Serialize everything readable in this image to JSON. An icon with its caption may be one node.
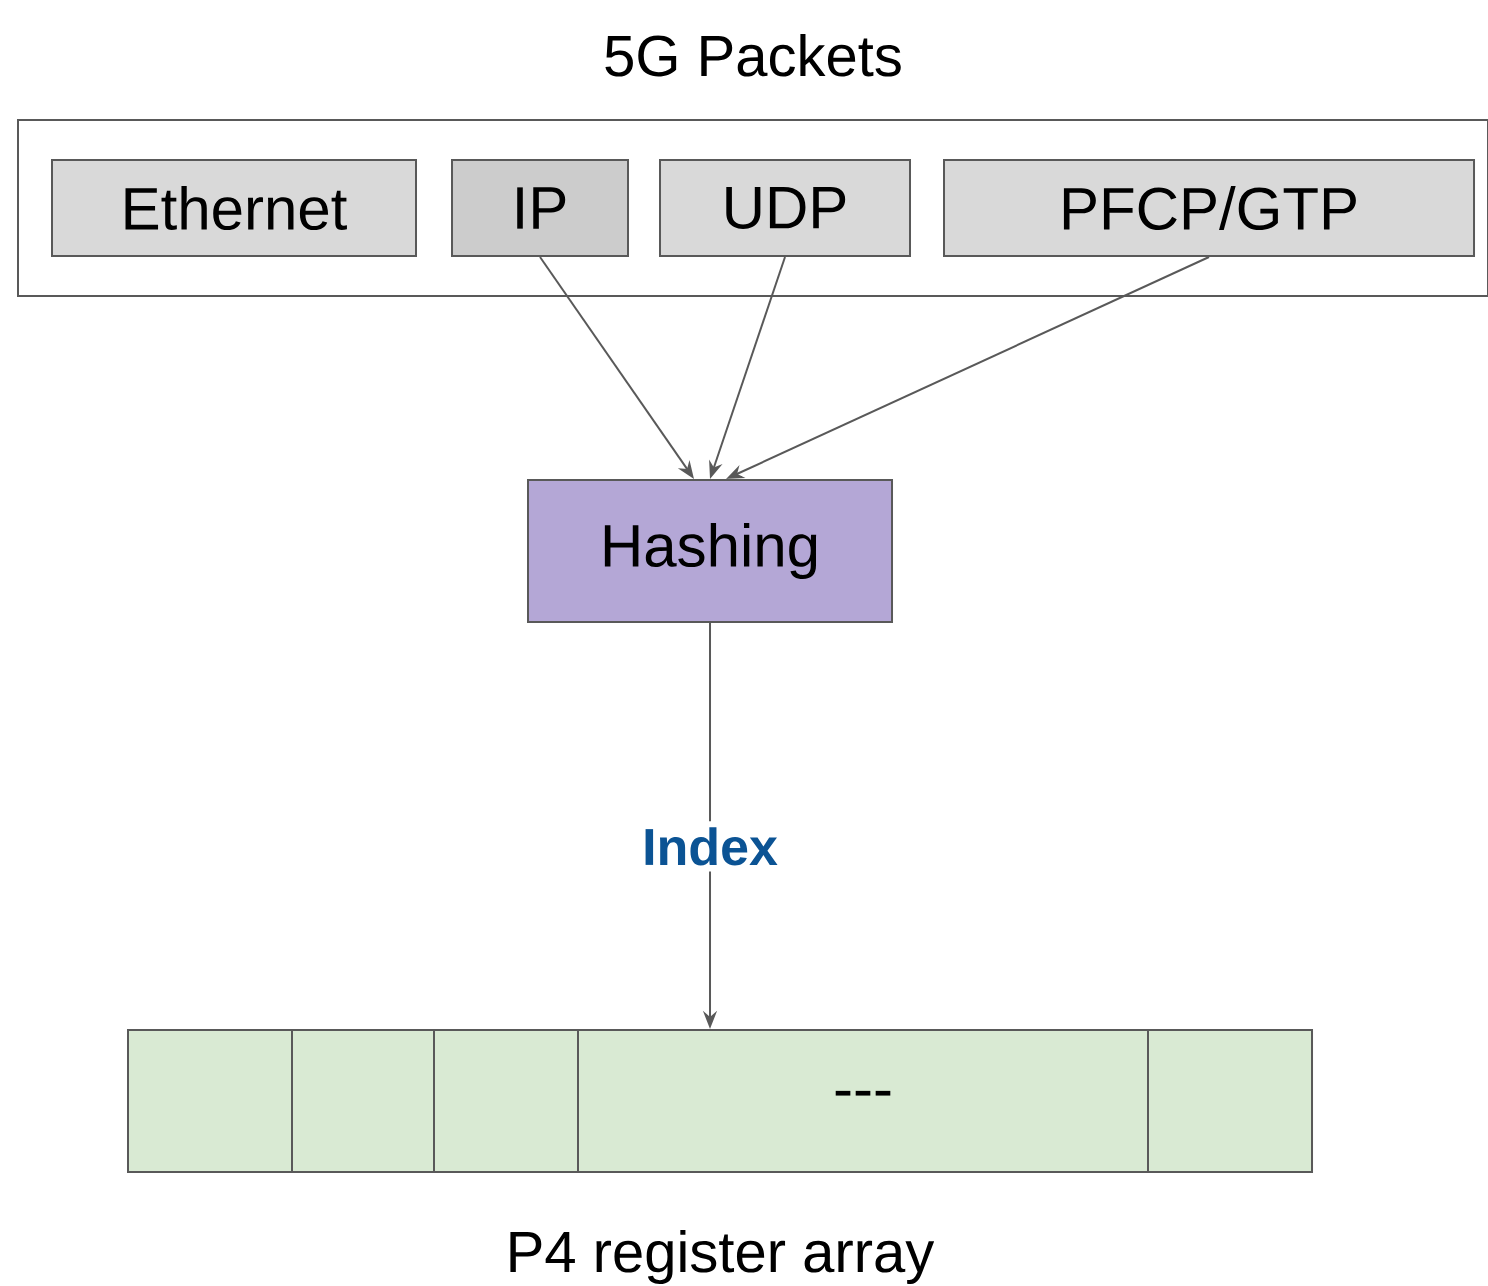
{
  "diagram": {
    "nodes": [
      {
        "text": [
          "5G Packets"
        ]
      },
      {
        "text": [
          "Ethernet"
        ],
        "in": 0
      },
      {
        "text": [
          "IP"
        ],
        "in": 0
      },
      {
        "text": [
          "UDP"
        ],
        "in": 0
      },
      {
        "text": [
          "PFCP/GTP"
        ],
        "in": 0
      },
      {
        "text": [
          "Hashing"
        ]
      },
      {
        "text": [
          "P4 register array"
        ]
      }
    ],
    "labels": [
      "---"
    ],
    "edges": [
      {
        "from": 2,
        "to": 5,
        "arrow": "to"
      },
      {
        "from": 3,
        "to": 5,
        "arrow": "to"
      },
      {
        "from": 4,
        "to": 5,
        "arrow": "to"
      },
      {
        "from": 5,
        "to": 6,
        "arrow": "to",
        "label": "Index"
      }
    ]
  }
}
